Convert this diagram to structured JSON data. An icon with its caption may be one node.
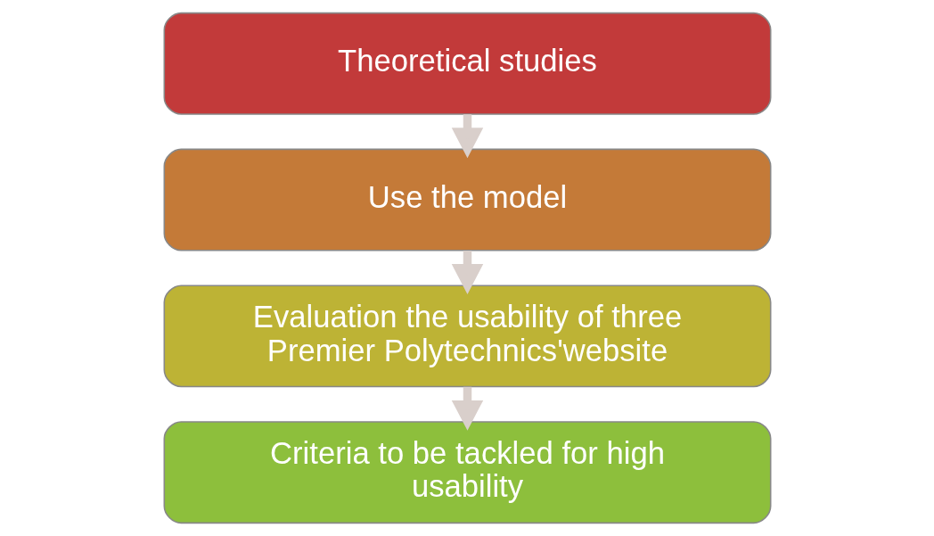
{
  "diagram": {
    "nodes": [
      {
        "text": [
          "Theoretical studies"
        ]
      },
      {
        "text": [
          "Use the model"
        ]
      },
      {
        "text": [
          "Evaluation the usability of three Premier Polytechnics'website"
        ]
      },
      {
        "text": [
          "Criteria to be tackled for high usability"
        ]
      }
    ],
    "edges": [
      {
        "from": 0,
        "to": 1,
        "arrow": "to"
      },
      {
        "from": 1,
        "to": 2,
        "arrow": "to"
      },
      {
        "from": 2,
        "to": 3,
        "arrow": "to"
      }
    ]
  }
}
